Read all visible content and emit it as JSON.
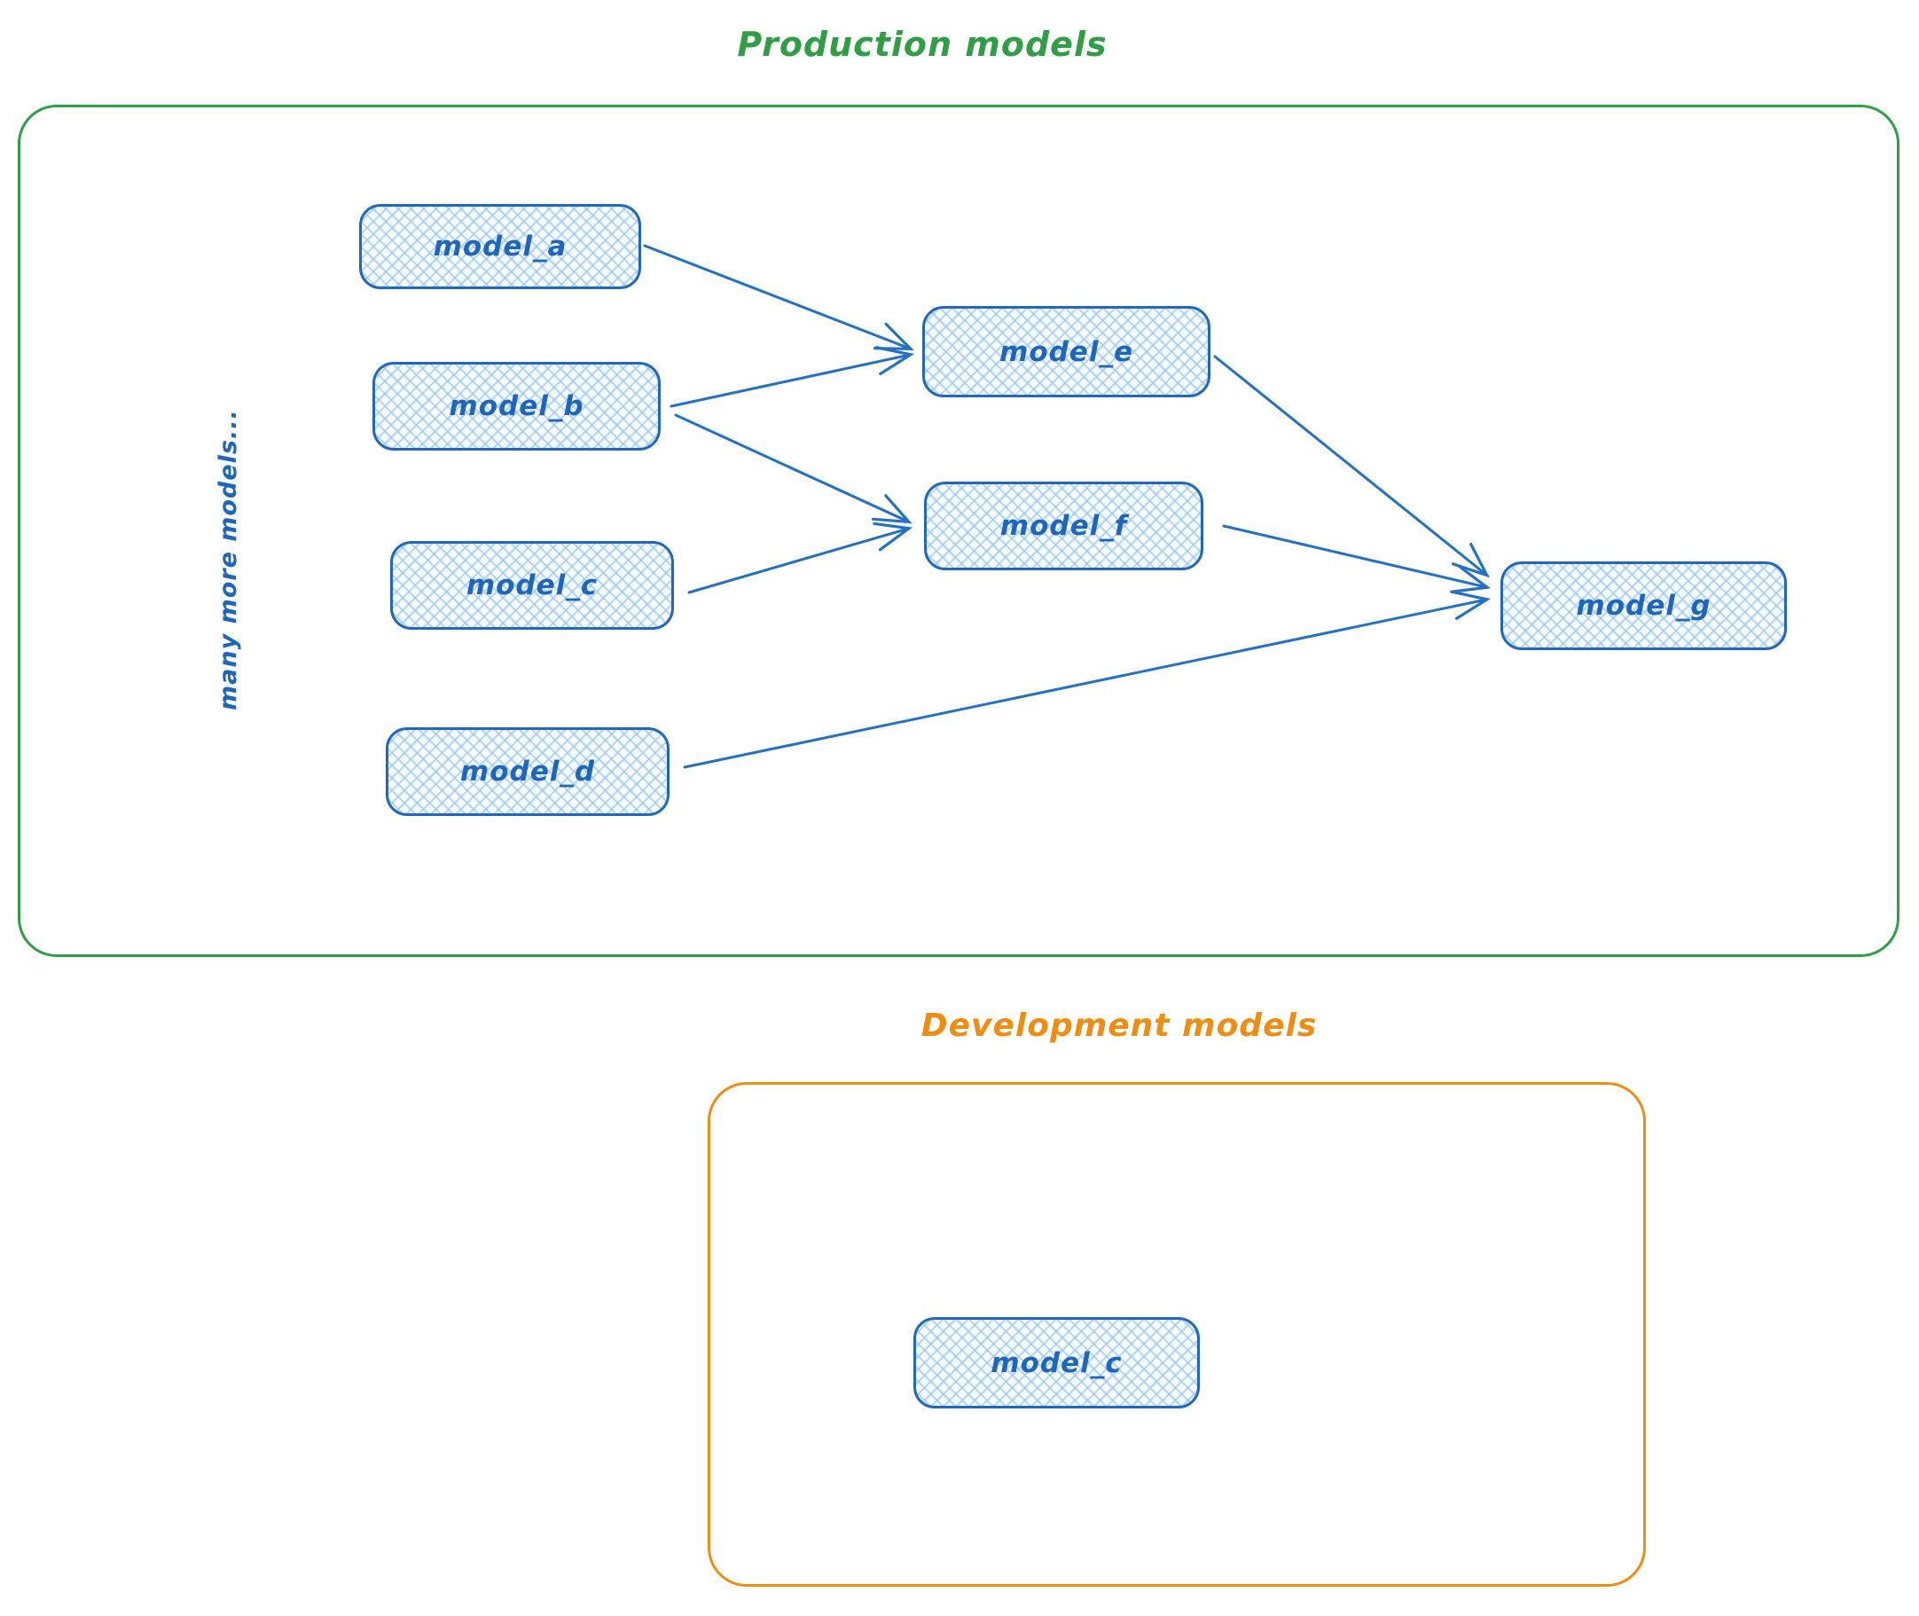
{
  "production": {
    "title": "Production models",
    "side_label": "many more models...",
    "nodes": {
      "model_a": {
        "label": "model_a"
      },
      "model_b": {
        "label": "model_b"
      },
      "model_c": {
        "label": "model_c"
      },
      "model_d": {
        "label": "model_d"
      },
      "model_e": {
        "label": "model_e"
      },
      "model_f": {
        "label": "model_f"
      },
      "model_g": {
        "label": "model_g"
      }
    },
    "edges": [
      {
        "from": "model_a",
        "to": "model_e"
      },
      {
        "from": "model_b",
        "to": "model_e"
      },
      {
        "from": "model_b",
        "to": "model_f"
      },
      {
        "from": "model_c",
        "to": "model_f"
      },
      {
        "from": "model_e",
        "to": "model_g"
      },
      {
        "from": "model_f",
        "to": "model_g"
      },
      {
        "from": "model_d",
        "to": "model_g"
      }
    ]
  },
  "development": {
    "title": "Development models",
    "nodes": {
      "model_c": {
        "label": "model_c"
      }
    },
    "edges": []
  },
  "colors": {
    "production_accent": "#2f9e44",
    "development_accent": "#ee8d12",
    "node_border": "#2168bd",
    "node_text": "#1e66bb",
    "node_hatch": "#93c5f3",
    "arrow": "#2470c2"
  }
}
